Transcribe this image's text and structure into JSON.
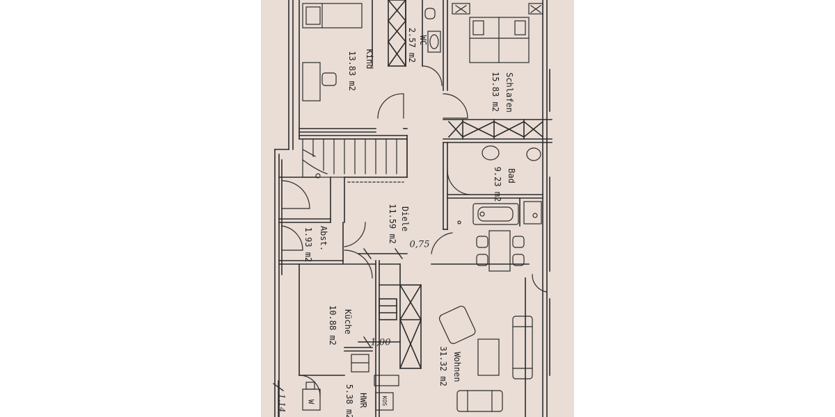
{
  "rooms": {
    "kind": {
      "name": "Kind",
      "area": "13.83 m2"
    },
    "schlafen": {
      "name": "Schlafen",
      "area": "15.83 m2"
    },
    "wc": {
      "name": "WC",
      "area": "2.57 m2"
    },
    "bad": {
      "name": "Bad",
      "area": "9.23 m2"
    },
    "diele": {
      "name": "Diele",
      "area": "11.59 m2"
    },
    "abst": {
      "name": "Abst.",
      "area": "1.93 m2"
    },
    "kueche": {
      "name": "Küche",
      "area": "10.88 m2"
    },
    "wohnen": {
      "name": "Wohnen",
      "area": "31.32 m2"
    },
    "hwr": {
      "name": "HWR",
      "area": "5.38 m2"
    }
  },
  "annotations": {
    "dim_075": "0,75",
    "dim_1001": "1,00",
    "dim_114": "1,14"
  },
  "appliances": {
    "w_label": "W",
    "kos_label": "KOS"
  }
}
